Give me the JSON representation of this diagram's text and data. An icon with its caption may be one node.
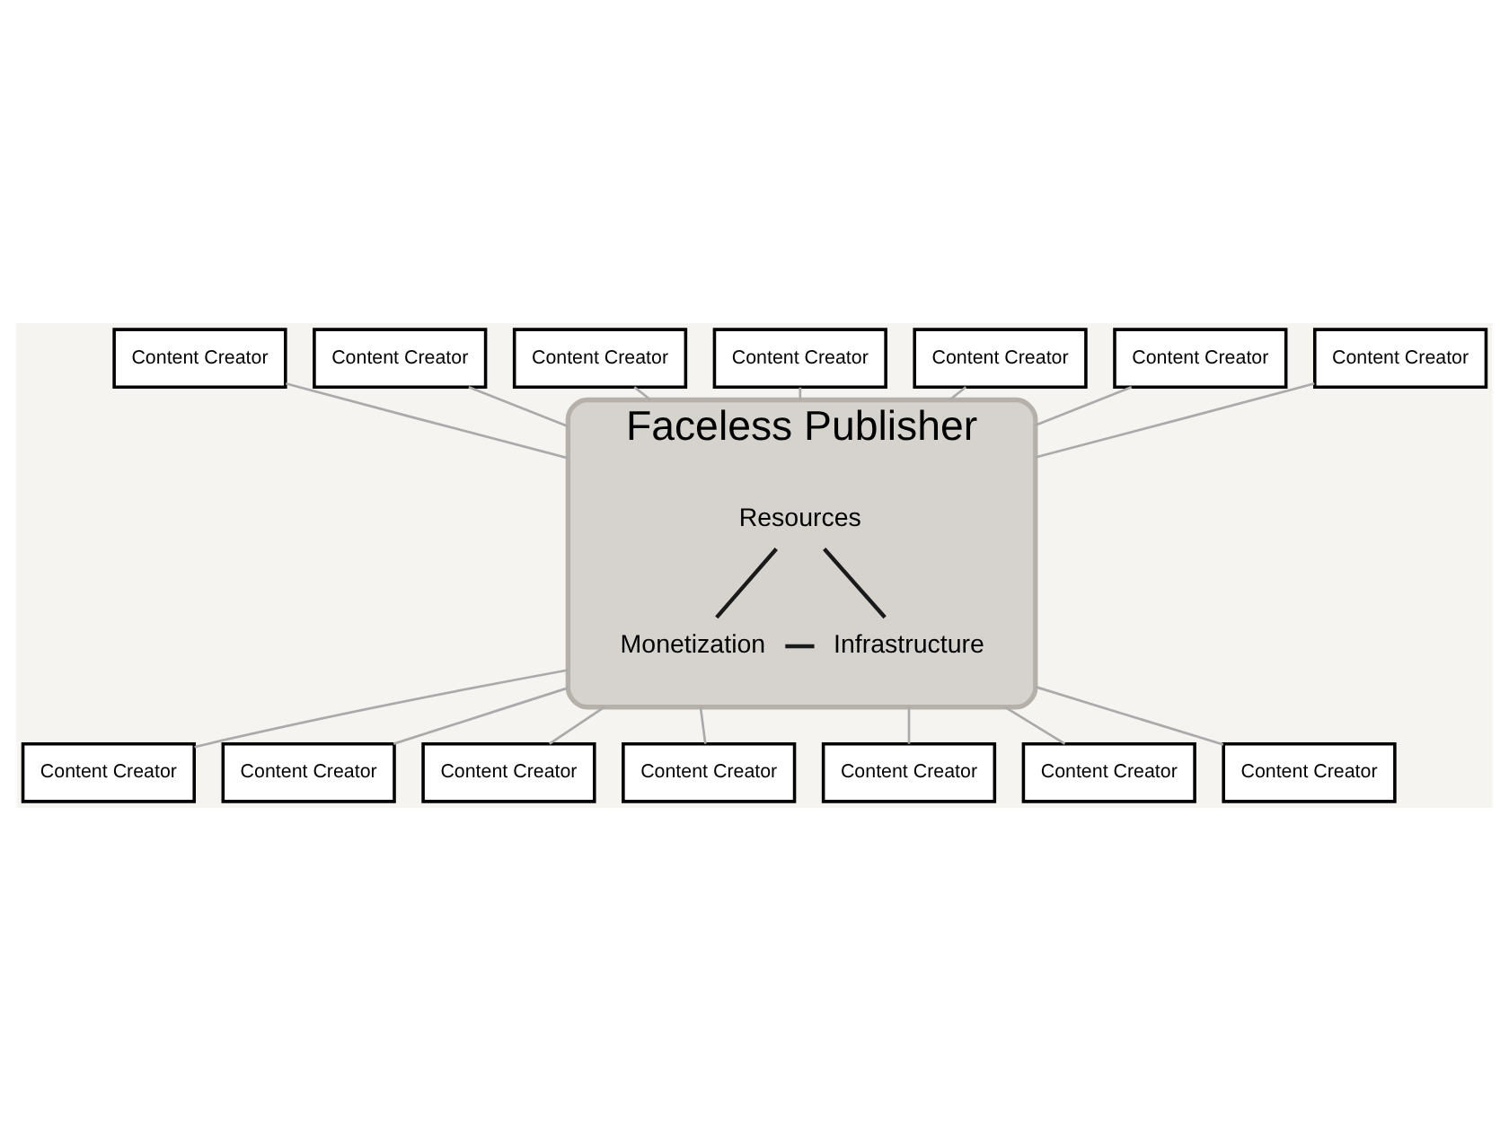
{
  "diagram": {
    "nodes": [
      {
        "text": [
          "Faceless Publisher"
        ]
      },
      {
        "text": [
          "Resources"
        ],
        "in": 0
      },
      {
        "text": [
          "Monetization"
        ],
        "in": 0
      },
      {
        "text": [
          "Infrastructure"
        ],
        "in": 0
      },
      {
        "text": [
          "Content Creator"
        ]
      },
      {
        "text": [
          "Content Creator"
        ]
      },
      {
        "text": [
          "Content Creator"
        ]
      },
      {
        "text": [
          "Content Creator"
        ]
      },
      {
        "text": [
          "Content Creator"
        ]
      },
      {
        "text": [
          "Content Creator"
        ]
      },
      {
        "text": [
          "Content Creator"
        ]
      },
      {
        "text": [
          "Content Creator"
        ]
      },
      {
        "text": [
          "Content Creator"
        ]
      },
      {
        "text": [
          "Content Creator"
        ]
      },
      {
        "text": [
          "Content Creator"
        ]
      },
      {
        "text": [
          "Content Creator"
        ]
      },
      {
        "text": [
          "Content Creator"
        ]
      },
      {
        "text": [
          "Content Creator"
        ]
      }
    ],
    "edges": [
      {
        "from": 1,
        "to": 2,
        "arrow": "none",
        "color": "#1a1a1a"
      },
      {
        "from": 1,
        "to": 3,
        "arrow": "none",
        "color": "#1a1a1a"
      },
      {
        "from": 2,
        "to": 3,
        "arrow": "none",
        "color": "#1a1a1a"
      },
      {
        "from": 4,
        "to": 0,
        "arrow": "none"
      },
      {
        "from": 5,
        "to": 0,
        "arrow": "none"
      },
      {
        "from": 6,
        "to": 0,
        "arrow": "none"
      },
      {
        "from": 7,
        "to": 0,
        "arrow": "none"
      },
      {
        "from": 8,
        "to": 0,
        "arrow": "none"
      },
      {
        "from": 9,
        "to": 0,
        "arrow": "none"
      },
      {
        "from": 10,
        "to": 0,
        "arrow": "none"
      },
      {
        "from": 11,
        "to": 0,
        "arrow": "none"
      },
      {
        "from": 12,
        "to": 0,
        "arrow": "none"
      },
      {
        "from": 13,
        "to": 0,
        "arrow": "none"
      },
      {
        "from": 14,
        "to": 0,
        "arrow": "none"
      },
      {
        "from": 15,
        "to": 0,
        "arrow": "none"
      },
      {
        "from": 16,
        "to": 0,
        "arrow": "none"
      },
      {
        "from": 17,
        "to": 0,
        "arrow": "none"
      }
    ]
  }
}
